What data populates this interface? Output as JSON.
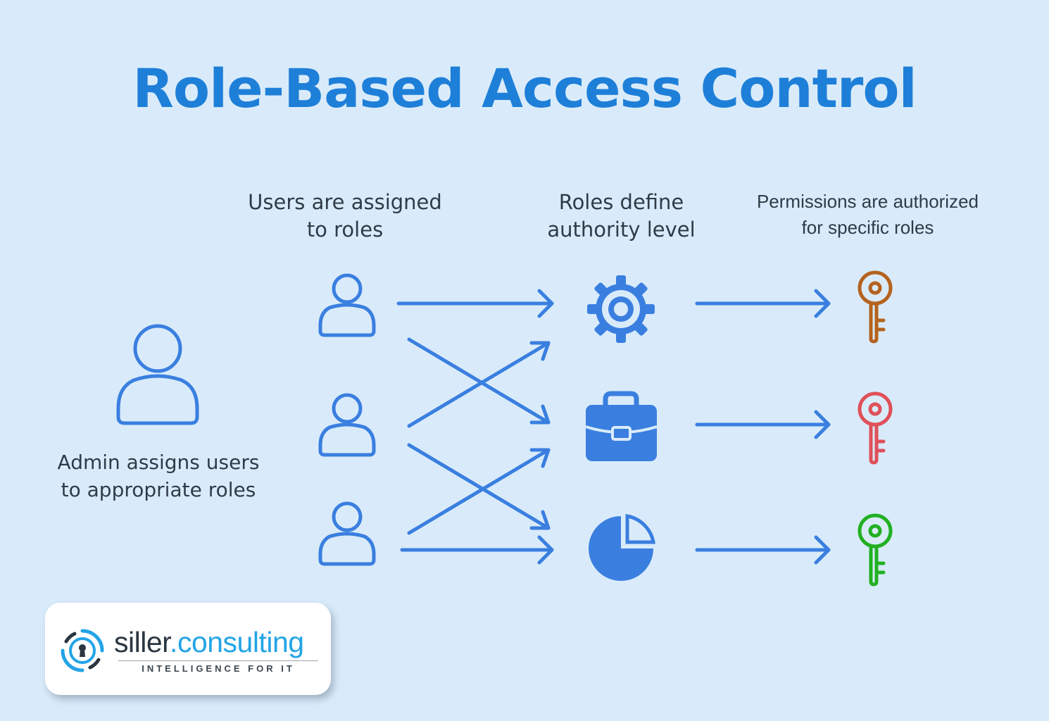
{
  "title": "Role-Based Access Control",
  "captions": {
    "users": [
      "Users are assigned",
      "to roles"
    ],
    "roles": [
      "Roles define",
      "authority level"
    ],
    "permissions": [
      "Permissions are authorized",
      "for specific roles"
    ],
    "admin": [
      "Admin assigns users",
      "to appropriate roles"
    ]
  },
  "nodes": {
    "admin": {
      "icon": "user-icon"
    },
    "users": [
      {
        "icon": "user-icon"
      },
      {
        "icon": "user-icon"
      },
      {
        "icon": "user-icon"
      }
    ],
    "roles": [
      {
        "icon": "gear-icon"
      },
      {
        "icon": "briefcase-icon"
      },
      {
        "icon": "pie-chart-icon"
      }
    ],
    "permissions": [
      {
        "icon": "key-icon",
        "color": "#b5621e"
      },
      {
        "icon": "key-icon",
        "color": "#e0505a"
      },
      {
        "icon": "key-icon",
        "color": "#22b022"
      }
    ]
  },
  "connections": [
    {
      "from": "user-1",
      "to": "role-1"
    },
    {
      "from": "user-1",
      "to": "role-2"
    },
    {
      "from": "user-2",
      "to": "role-1"
    },
    {
      "from": "user-2",
      "to": "role-3"
    },
    {
      "from": "user-3",
      "to": "role-2"
    },
    {
      "from": "user-3",
      "to": "role-3"
    },
    {
      "from": "role-1",
      "to": "permission-1"
    },
    {
      "from": "role-2",
      "to": "permission-2"
    },
    {
      "from": "role-3",
      "to": "permission-3"
    }
  ],
  "colors": {
    "background": "#d9ebfa",
    "accent": "#3a7fe0",
    "title": "#1e7fd8",
    "brand": "#23a4e6"
  },
  "logo": {
    "name_main": "siller",
    "name_dot": ".",
    "name_accent": "consulting",
    "tagline": "INTELLIGENCE FOR IT"
  }
}
